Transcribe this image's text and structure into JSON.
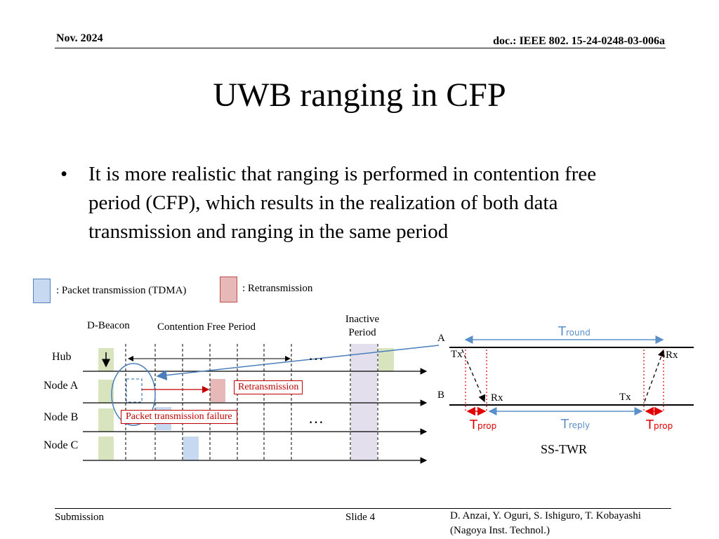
{
  "header": {
    "date": "Nov. 2024",
    "doc_id": "doc.: IEEE 802. 15-24-0248-03-006a"
  },
  "slide": {
    "title": "UWB ranging in CFP",
    "bullets": [
      "It is more realistic that ranging is performed in contention free period (CFP), which results in the realization of both data transmission and ranging in the same period"
    ]
  },
  "legend": {
    "packet": ": Packet transmission (TDMA)",
    "retransmission": ": Retransmission"
  },
  "timeline": {
    "dbeacon_label": "D-Beacon",
    "cfp_label": "Contention Free Period",
    "inactive_label_line1": "Inactive",
    "inactive_label_line2": "Period",
    "rows": [
      "Hub",
      "Node A",
      "Node B",
      "Node C"
    ],
    "ellipsis": "…",
    "retransmission_tag": "Retransmission",
    "failure_tag": "Packet transmission failure"
  },
  "sstwr": {
    "node_a": "A",
    "node_b": "B",
    "tx_a": "Tx",
    "rx_a": "Rx",
    "rx_b": "Rx",
    "tx_b": "Tx",
    "t_round": "T",
    "t_round_sub": "round",
    "t_reply": "T",
    "t_reply_sub": "reply",
    "t_prop_left": "T",
    "t_prop_left_sub": "prop",
    "t_prop_right": "T",
    "t_prop_right_sub": "prop",
    "caption": "SS-TWR"
  },
  "footer": {
    "submission": "Submission",
    "slide_number": "Slide 4",
    "authors": "D. Anzai, Y. Oguri, S. Ishiguro,  T. Kobayashi",
    "affiliation": "(Nagoya Inst. Technol.)"
  },
  "colors": {
    "packet_fill": "#c6d9f0",
    "packet_stroke": "#4f81bd",
    "retx_fill": "#e6b9b8",
    "retx_stroke": "#c0504d",
    "beacon_fill": "#d7e4bd",
    "inactive_fill": "#e4dfec",
    "tag_red": "#c00000",
    "sstwr_red": "#e00000",
    "sstwr_blue": "#5b8fc8"
  }
}
